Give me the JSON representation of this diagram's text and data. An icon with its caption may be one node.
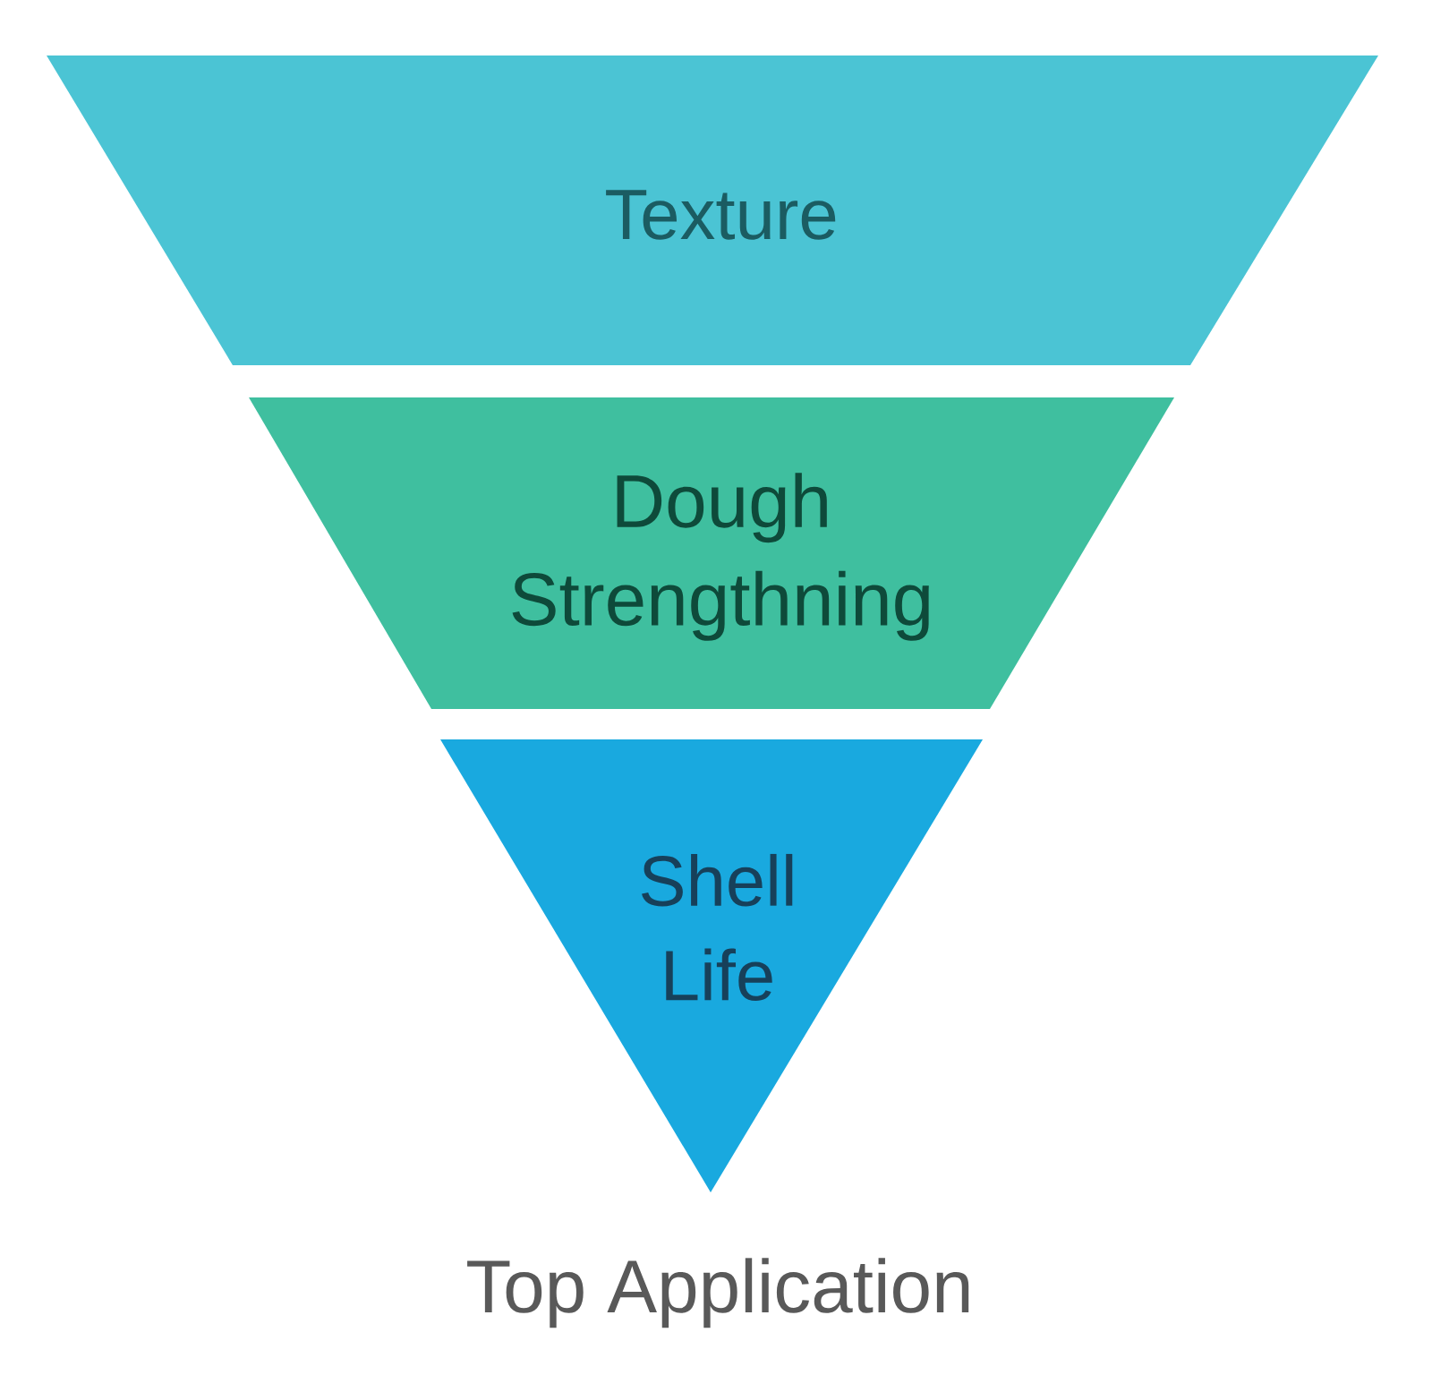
{
  "diagram": {
    "caption": "Top Application",
    "nodes": [
      {
        "text": [
          "Texture"
        ]
      },
      {
        "text": [
          "Dough Strengthning"
        ]
      },
      {
        "text": [
          "Shell Life"
        ]
      }
    ]
  }
}
